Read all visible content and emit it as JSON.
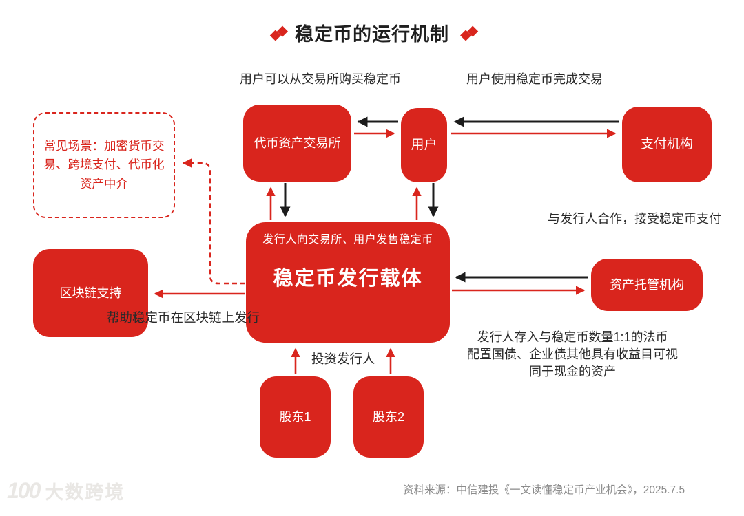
{
  "title": {
    "text": "稳定币的运行机制",
    "diamond": "◆"
  },
  "colors": {
    "accent_red": "#d9251d",
    "arrow_black": "#1c1c1c",
    "source_gray": "#8c8c8c"
  },
  "nodes": {
    "exchange": "代币资产交易所",
    "user": "用户",
    "payment": "支付机构",
    "issuer_note": "发行人向交易所、用户发售稳定币",
    "issuer": "稳定币发行载体",
    "blockchain": "区块链支持",
    "custody": "资产托管机构",
    "shareholder1": "股东1",
    "shareholder2": "股东2",
    "scenario": "常见场景：加密货币交易、跨境支付、代币化资产中介"
  },
  "labels": {
    "buy": "用户可以从交易所购买稳定币",
    "pay": "用户使用稳定币完成交易",
    "coop": "与发行人合作，接受稳定币支付",
    "blockchain_help": "帮助稳定币在区块链上发行",
    "invest": "投资发行人",
    "reserve_line1": "发行人存入与稳定币数量1:1的法币",
    "reserve_line2": "配置国债、企业债其他具有收益目可视",
    "reserve_line3": "同于现金的资产",
    "source": "资料来源：中信建投《一文读懂稳定币产业机会》，2025.7.5"
  },
  "watermark": {
    "logo": "100",
    "text": "大数跨境"
  }
}
